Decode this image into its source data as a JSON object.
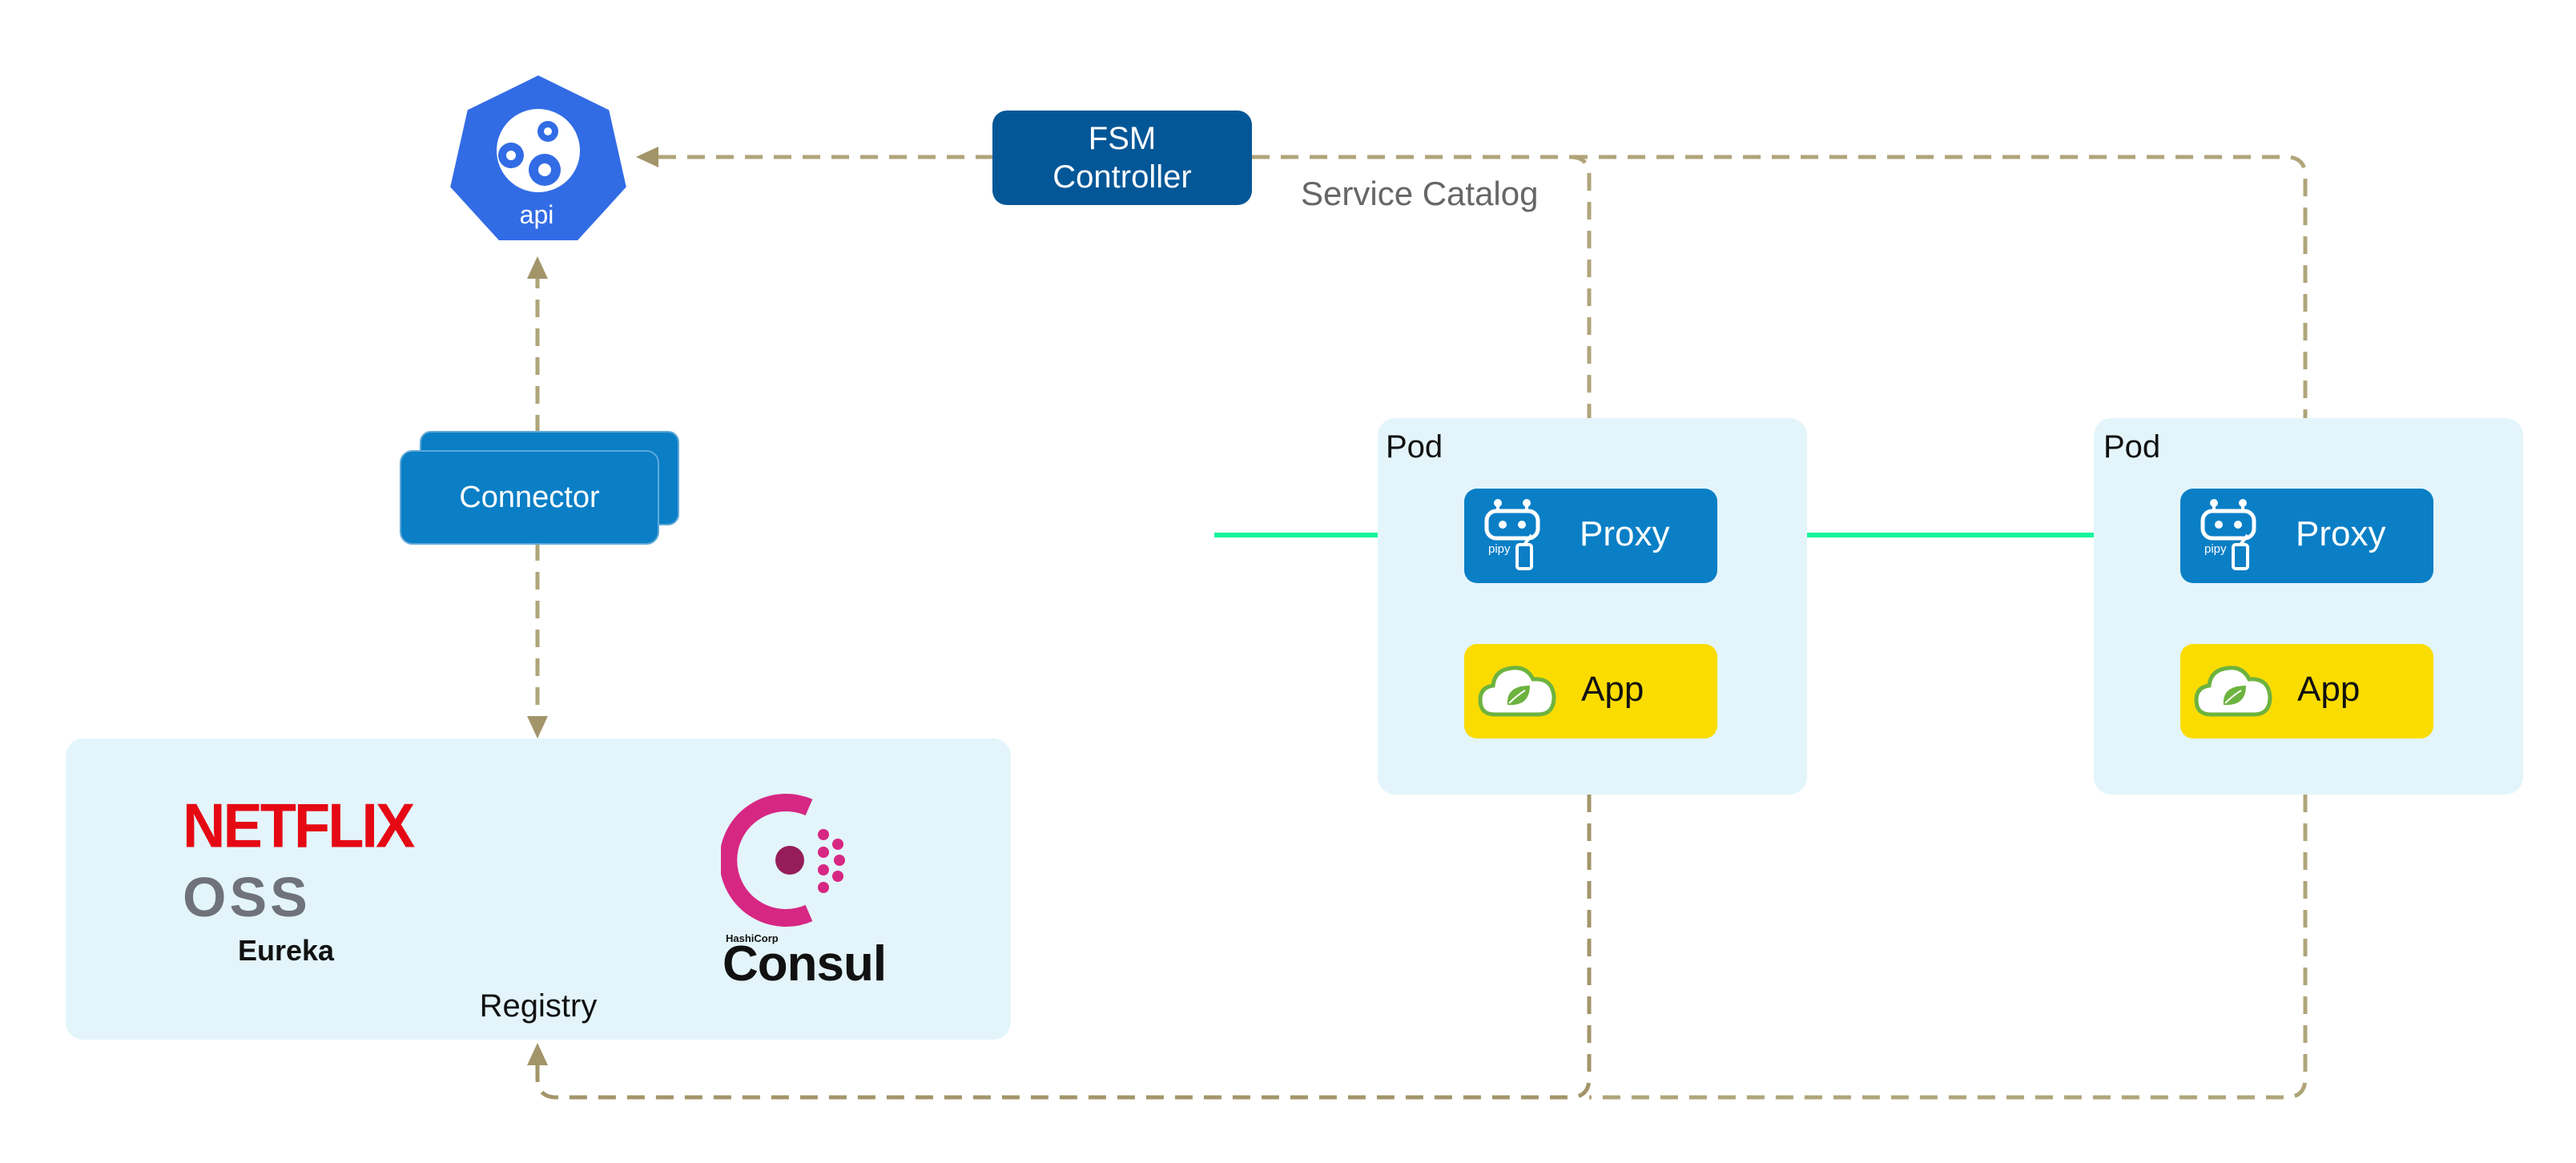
{
  "nodes": {
    "api": "api",
    "fsm_line1": "FSM",
    "fsm_line2": "Controller",
    "service_catalog": "Service Catalog",
    "connector": "Connector",
    "registry": "Registry",
    "netflix": "NETFLIX",
    "oss": "OSS",
    "eureka": "Eureka",
    "hashicorp": "HashiCorp",
    "consul": "Consul",
    "pod1": {
      "label": "Pod",
      "proxy": "Proxy",
      "app": "App",
      "pipy": "pipy"
    },
    "pod2": {
      "label": "Pod",
      "proxy": "Proxy",
      "app": "App",
      "pipy": "pipy"
    }
  },
  "colors": {
    "k8s_blue": "#326ce5",
    "fsm_box": "#045797",
    "proxy_box": "#0a7fc6",
    "app_box": "#fbdc00",
    "container_bg": "#e3f5fb",
    "dashed_line": "#b0a47a",
    "traffic": "#14f59b",
    "netflix_red": "#e50914",
    "consul_pink": "#d62783"
  }
}
